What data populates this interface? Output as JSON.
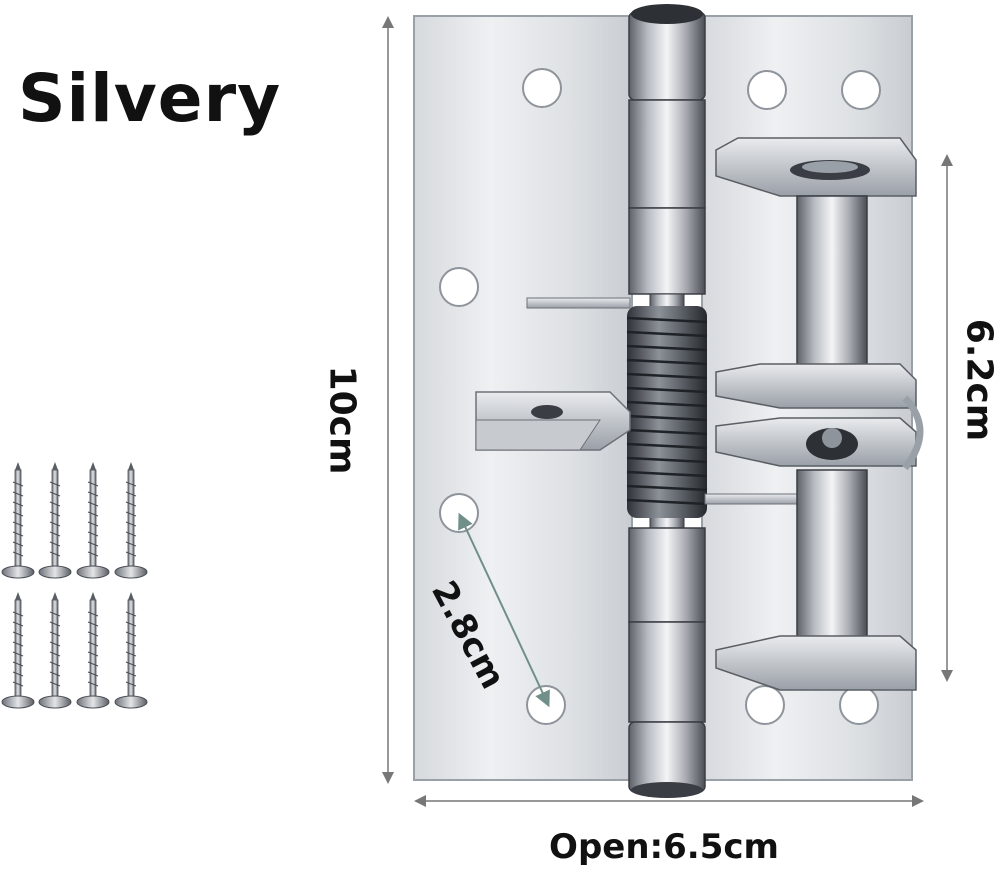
{
  "product": {
    "color_label": "Silvery",
    "colors": {
      "plate_light": "#eaecef",
      "plate_mid": "#c4c8cd",
      "plate_dark": "#8e949b",
      "steel_dark": "#3a3e44",
      "dimension_line": "#6f8f88",
      "text": "#111111"
    }
  },
  "dimensions": {
    "height": "10cm",
    "spring_height": "6.2cm",
    "hole_spacing": "2.8cm",
    "open_width": "Open:6.5cm"
  },
  "accessories": {
    "screw_icon": "screw-icon",
    "screw_rows": 2,
    "screws_per_row": 4
  }
}
